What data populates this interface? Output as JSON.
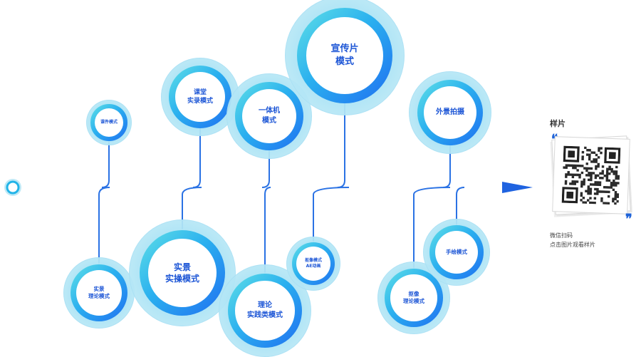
{
  "nodes": [
    {
      "id": "top-1",
      "lines": [
        "课件模式"
      ]
    },
    {
      "id": "top-2",
      "lines": [
        "课堂",
        "实录模式"
      ]
    },
    {
      "id": "top-3",
      "lines": [
        "一体机",
        "模式"
      ]
    },
    {
      "id": "top-4",
      "lines": [
        "宣传片",
        "模式"
      ]
    },
    {
      "id": "top-5",
      "lines": [
        "外景拍摄"
      ]
    },
    {
      "id": "bottom-1",
      "lines": [
        "实景",
        "理论模式"
      ]
    },
    {
      "id": "bottom-2",
      "lines": [
        "实景",
        "实操模式"
      ]
    },
    {
      "id": "bottom-3",
      "lines": [
        "理论",
        "实践类模式"
      ]
    },
    {
      "id": "bottom-4",
      "lines": [
        "抠像模式",
        "AE动画"
      ]
    },
    {
      "id": "bottom-5",
      "lines": [
        "抠像",
        "理论模式"
      ]
    },
    {
      "id": "bottom-6",
      "lines": [
        "手绘模式"
      ]
    }
  ],
  "sample": {
    "title": "样片",
    "caption_line1": "微信扫码",
    "caption_line2": "点击图片观看样片"
  },
  "colors": {
    "axis": "#1f63e0",
    "text": "#1d56d6",
    "quote": "#1f63d8"
  }
}
